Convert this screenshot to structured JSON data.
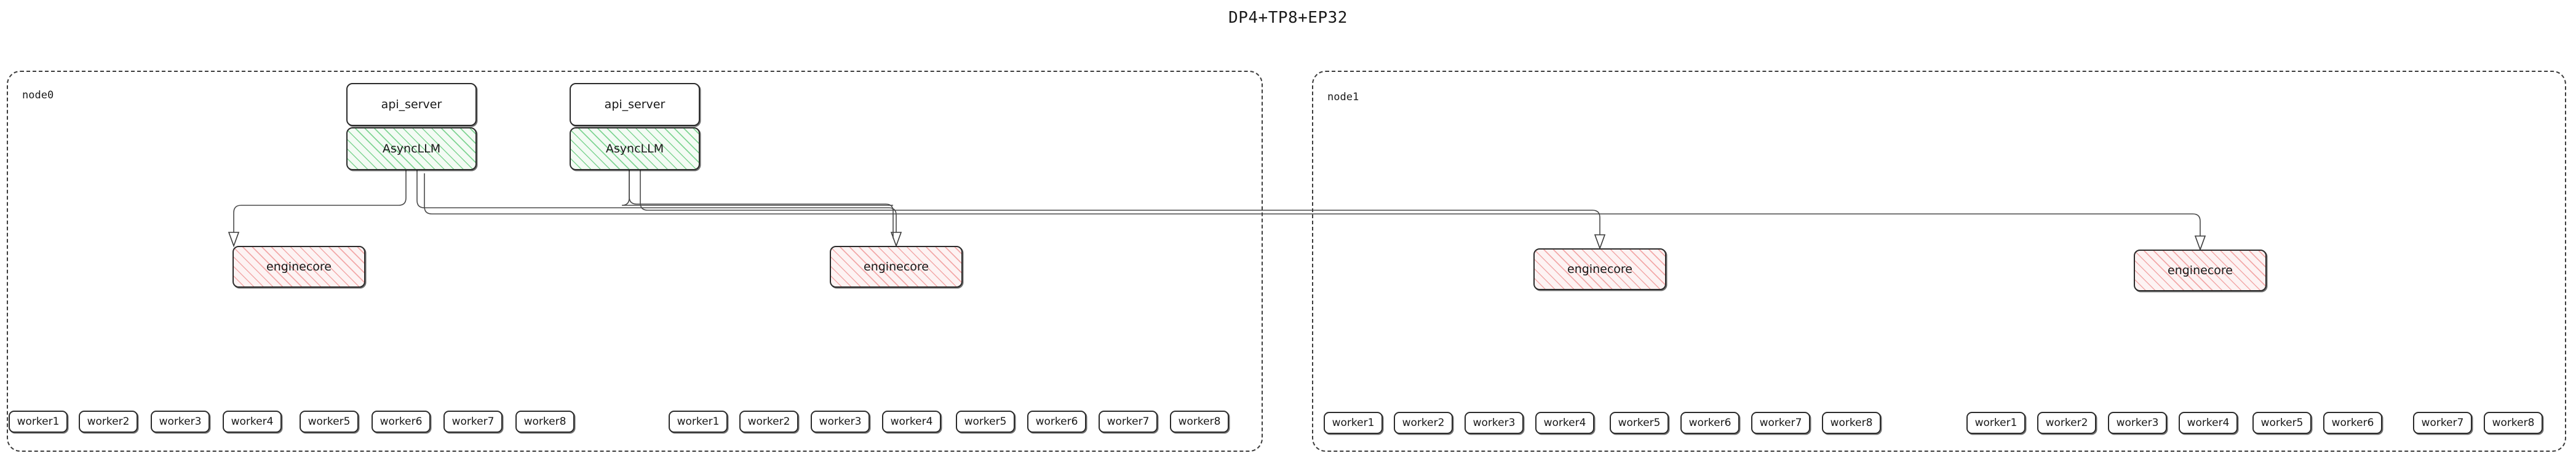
{
  "title": "DP4+TP8+EP32",
  "accent_colors": {
    "async_llm_hatch": "#7fd493",
    "enginecore_hatch": "#f2a8a8",
    "box_border": "#2b2b2b",
    "cluster_border": "#3b3b3b",
    "edge": "#4a4a4a"
  },
  "clusters": [
    {
      "id": "node0",
      "label": "node0"
    },
    {
      "id": "node1",
      "label": "node1"
    }
  ],
  "frontends": [
    {
      "api_server": "api_server",
      "async_llm": "AsyncLLM"
    },
    {
      "api_server": "api_server",
      "async_llm": "AsyncLLM"
    }
  ],
  "enginecores": [
    {
      "label": "enginecore"
    },
    {
      "label": "enginecore"
    },
    {
      "label": "enginecore"
    },
    {
      "label": "enginecore"
    }
  ],
  "worker_groups": [
    {
      "workers": [
        "worker1",
        "worker2",
        "worker3",
        "worker4",
        "worker5",
        "worker6",
        "worker7",
        "worker8"
      ]
    },
    {
      "workers": [
        "worker1",
        "worker2",
        "worker3",
        "worker4",
        "worker5",
        "worker6",
        "worker7",
        "worker8"
      ]
    },
    {
      "workers": [
        "worker1",
        "worker2",
        "worker3",
        "worker4",
        "worker5",
        "worker6",
        "worker7",
        "worker8"
      ]
    },
    {
      "workers": [
        "worker1",
        "worker2",
        "worker3",
        "worker4",
        "worker5",
        "worker6",
        "worker7",
        "worker8"
      ]
    }
  ]
}
